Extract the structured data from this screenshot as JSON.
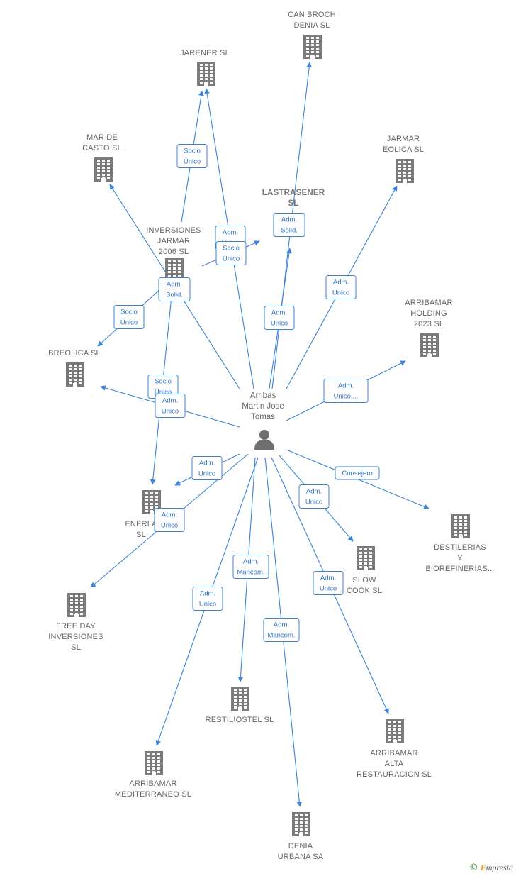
{
  "center": {
    "name_lines": [
      "Arribas",
      "Martin Jose",
      "Tomas"
    ],
    "icon": "person-icon"
  },
  "companies": [
    {
      "id": "can-broch",
      "lines": [
        "CAN BROCH",
        "DENIA  SL"
      ],
      "bold": false
    },
    {
      "id": "jarener",
      "lines": [
        "JARENER  SL"
      ],
      "bold": false
    },
    {
      "id": "mar-de-casto",
      "lines": [
        "MAR DE",
        "CASTO  SL"
      ],
      "bold": false
    },
    {
      "id": "jarmar-eolica",
      "lines": [
        "JARMAR",
        "EOLICA SL"
      ],
      "bold": false
    },
    {
      "id": "lastrasener",
      "lines": [
        "LASTRASENER",
        "SL"
      ],
      "bold": true
    },
    {
      "id": "inversiones-jarmar",
      "lines": [
        "INVERSIONES",
        "JARMAR",
        "2006 SL"
      ],
      "bold": false
    },
    {
      "id": "arribamar-holding",
      "lines": [
        "ARRIBAMAR",
        "HOLDING",
        "2023  SL"
      ],
      "bold": false
    },
    {
      "id": "breolica",
      "lines": [
        "BREOLICA SL"
      ],
      "bold": false
    },
    {
      "id": "enerla",
      "lines": [
        "ENERLA",
        "SL"
      ],
      "bold": false
    },
    {
      "id": "destilerias",
      "lines": [
        "DESTILERIAS",
        "Y",
        "BIOREFINERIAS..."
      ],
      "bold": false
    },
    {
      "id": "slow-cook",
      "lines": [
        "SLOW",
        "COOK  SL"
      ],
      "bold": false
    },
    {
      "id": "free-day",
      "lines": [
        "FREE DAY",
        "INVERSIONES",
        "SL"
      ],
      "bold": false
    },
    {
      "id": "restiliostel",
      "lines": [
        "RESTILIOSTEL SL"
      ],
      "bold": false
    },
    {
      "id": "arribamar-alta",
      "lines": [
        "ARRIBAMAR",
        "ALTA",
        "RESTAURACION SL"
      ],
      "bold": false
    },
    {
      "id": "arribamar-mediterraneo",
      "lines": [
        "ARRIBAMAR",
        "MEDITERRANEO SL"
      ],
      "bold": false
    },
    {
      "id": "denia-urbana",
      "lines": [
        "DENIA",
        "URBANA SA"
      ],
      "bold": false
    }
  ],
  "edges": [
    {
      "id": "e-jarener-1",
      "label": [
        "Socio",
        "Único"
      ]
    },
    {
      "id": "e-jarener-2",
      "label": [
        "Adm.",
        "Unico"
      ]
    },
    {
      "id": "e-lastrasener",
      "label": [
        "Socio",
        "Único"
      ]
    },
    {
      "id": "e-lastra-adm",
      "label": [
        "Adm.",
        "Solid."
      ]
    },
    {
      "id": "e-can-broch",
      "label": [
        "Adm.",
        "Unico"
      ]
    },
    {
      "id": "e-jarmar-eolica",
      "label": [
        "Adm.",
        "Unico"
      ]
    },
    {
      "id": "e-mar-casto",
      "label": [
        "Adm.",
        "Solid."
      ]
    },
    {
      "id": "e-breolica-1",
      "label": [
        "Socio",
        "Único"
      ]
    },
    {
      "id": "e-breolica-2",
      "label": [
        "Socio",
        "Único"
      ]
    },
    {
      "id": "e-enerla-1",
      "label": [
        "Adm.",
        "Unico"
      ]
    },
    {
      "id": "e-arribamar-holding",
      "label": [
        "Adm.",
        "Unico,..."
      ]
    },
    {
      "id": "e-enerla-2",
      "label": [
        "Adm.",
        "Unico"
      ]
    },
    {
      "id": "e-free-day",
      "label": [
        "Adm.",
        "Unico"
      ]
    },
    {
      "id": "e-destilerias",
      "label": [
        "Consejero"
      ]
    },
    {
      "id": "e-slow-cook",
      "label": [
        "Adm.",
        "Unico"
      ]
    },
    {
      "id": "e-restiliostel",
      "label": [
        "Adm.",
        "Mancom."
      ]
    },
    {
      "id": "e-arribamar-alta",
      "label": [
        "Adm.",
        "Unico"
      ]
    },
    {
      "id": "e-mediterraneo",
      "label": [
        "Adm.",
        "Unico"
      ]
    },
    {
      "id": "e-denia-urbana",
      "label": [
        "Adm.",
        "Mancom."
      ]
    }
  ],
  "footer": {
    "copyright": "©",
    "brand_first": "E",
    "brand_rest": "mpresia"
  },
  "colors": {
    "edge": "#3b82d9",
    "node": "#7a7a7a",
    "label": "#666666"
  }
}
